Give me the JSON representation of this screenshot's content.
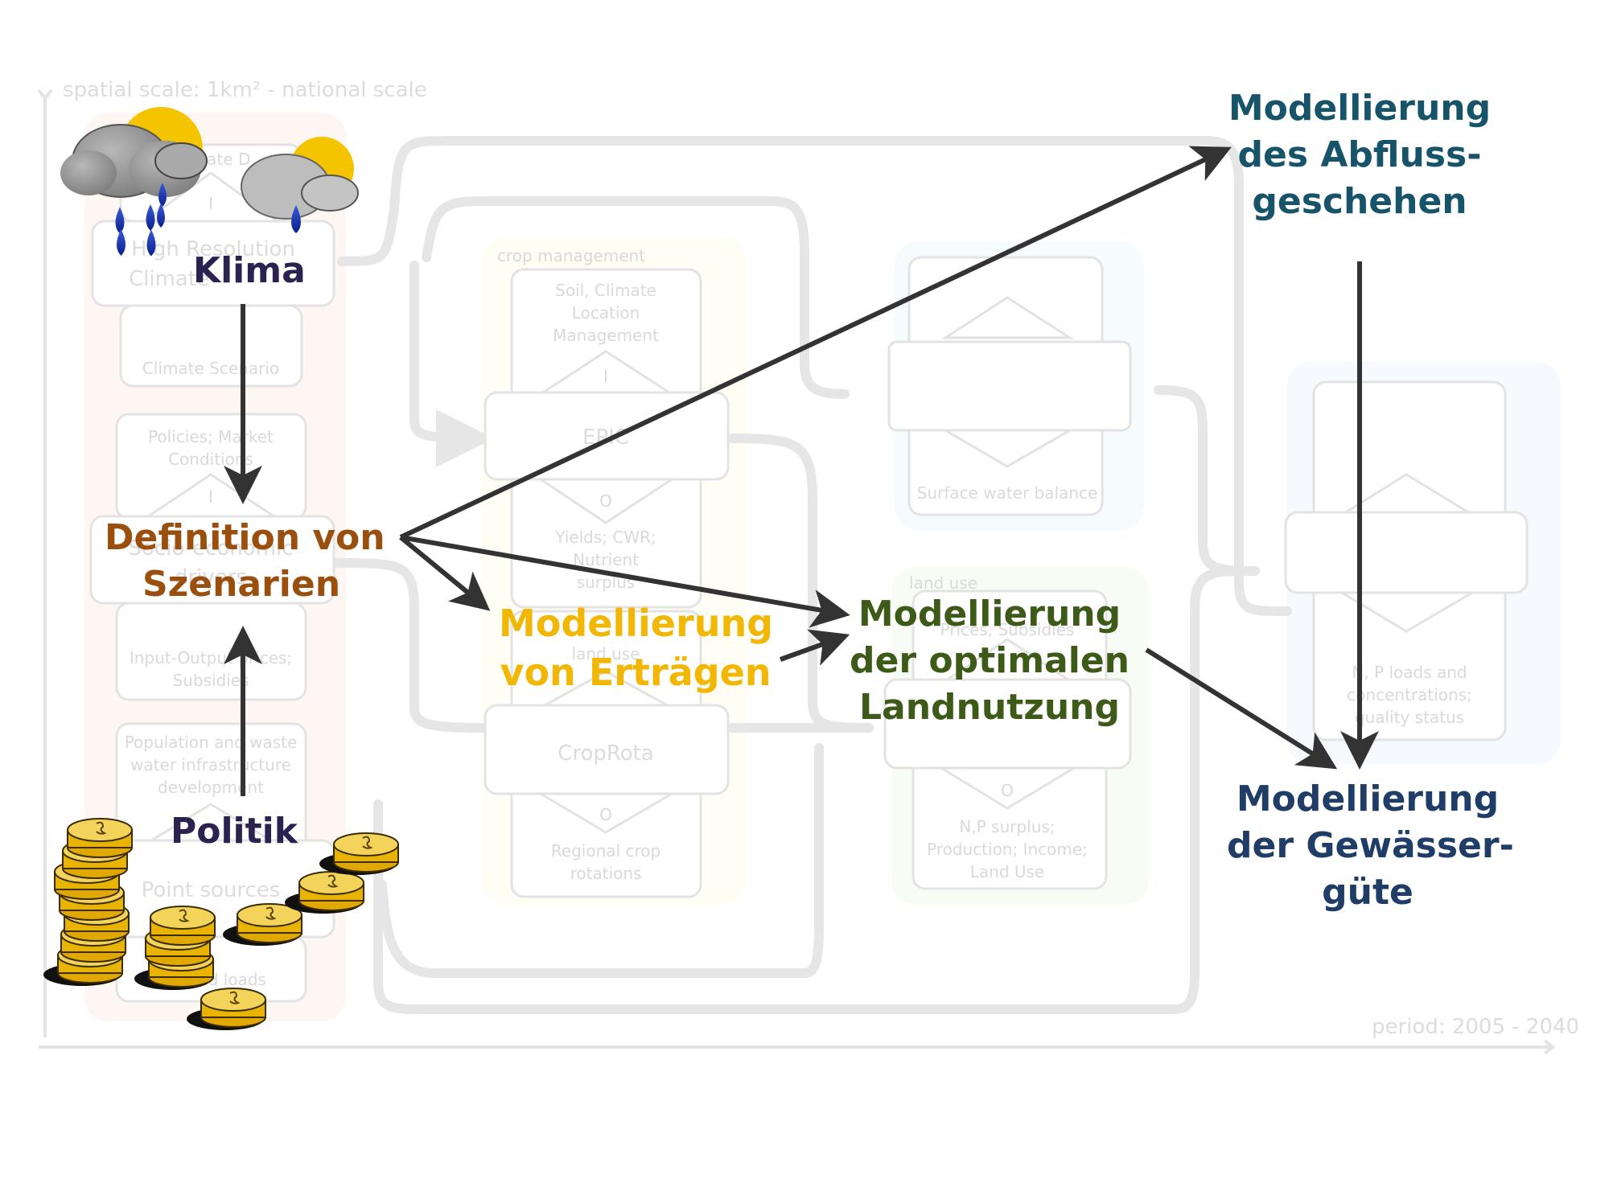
{
  "background_diagram": {
    "spatial_scale_label": "spatial scale: 1km² - national scale",
    "period_label": "period: 2005 - 2040",
    "groups": {
      "crop_management": "crop management",
      "land_use_1": "land use",
      "land_use_2": "land use"
    },
    "boxes": {
      "climate_top": "Climate D",
      "high_res_line1": "High Resolution",
      "high_res_line2": "Climate",
      "climate_scenario": "Climate Scenario",
      "policies_line1": "Policies; Market",
      "policies_line2": "Conditions",
      "drivers_line1": "Socio-economic",
      "drivers_line2": "drivers",
      "io_prices_line1": "Input-Output prices;",
      "io_prices_line2": "Subsidies",
      "population_line1": "Population and waste",
      "population_line2": "water infrastructure",
      "population_line3": "development",
      "point_sources": "Point sources",
      "emitted": "Emitted loads",
      "soil_line1": "Soil, Climate",
      "soil_line2": "Location",
      "soil_line3": "Management",
      "epic": "EPIC",
      "yields_line1": "Yields; CWR;",
      "yields_line2": "Nutrient",
      "yields_line3": "surplus",
      "croprota": "CropRota",
      "regional_line1": "Regional crop",
      "regional_line2": "rotations",
      "prices_subsidies": "Prices, Subsidies",
      "np_line1": "N,P surplus;",
      "np_line2": "Production; Income;",
      "np_line3": "Land Use",
      "surface_water": "Surface water balance",
      "np_loads_line1": "N, P loads and",
      "np_loads_line2": "concentrations;",
      "np_loads_line3": "quality status",
      "io_I": "I",
      "io_O": "O"
    }
  },
  "labels": {
    "klima": "Klima",
    "szenarien_line1": "Definition von",
    "szenarien_line2": "Szenarien",
    "politik": "Politik",
    "ertraege_line1": "Modellierung",
    "ertraege_line2": "von Erträgen",
    "landnutzung_line1": "Modellierung",
    "landnutzung_line2": "der optimalen",
    "landnutzung_line3": "Landnutzung",
    "abfluss_line1": "Modellierung",
    "abfluss_line2": "des Abfluss-",
    "abfluss_line3": "geschehen",
    "gewaesser_line1": "Modellierung",
    "gewaesser_line2": "der Gewässer-",
    "gewaesser_line3": "güte"
  },
  "colors": {
    "klima": "#2b2250",
    "szenarien": "#9a4f0e",
    "politik": "#2b2250",
    "ertraege": "#f2b705",
    "landnutzung": "#3e5a19",
    "abfluss": "#17546a",
    "gewaesser": "#1f3d66",
    "arrow": "#333333"
  },
  "icons": {
    "rain_cloud": "heavy-rain-cloud-with-sun",
    "light_rain_cloud": "light-rain-cloud-with-sun",
    "coins": "gold-coin-stacks"
  }
}
